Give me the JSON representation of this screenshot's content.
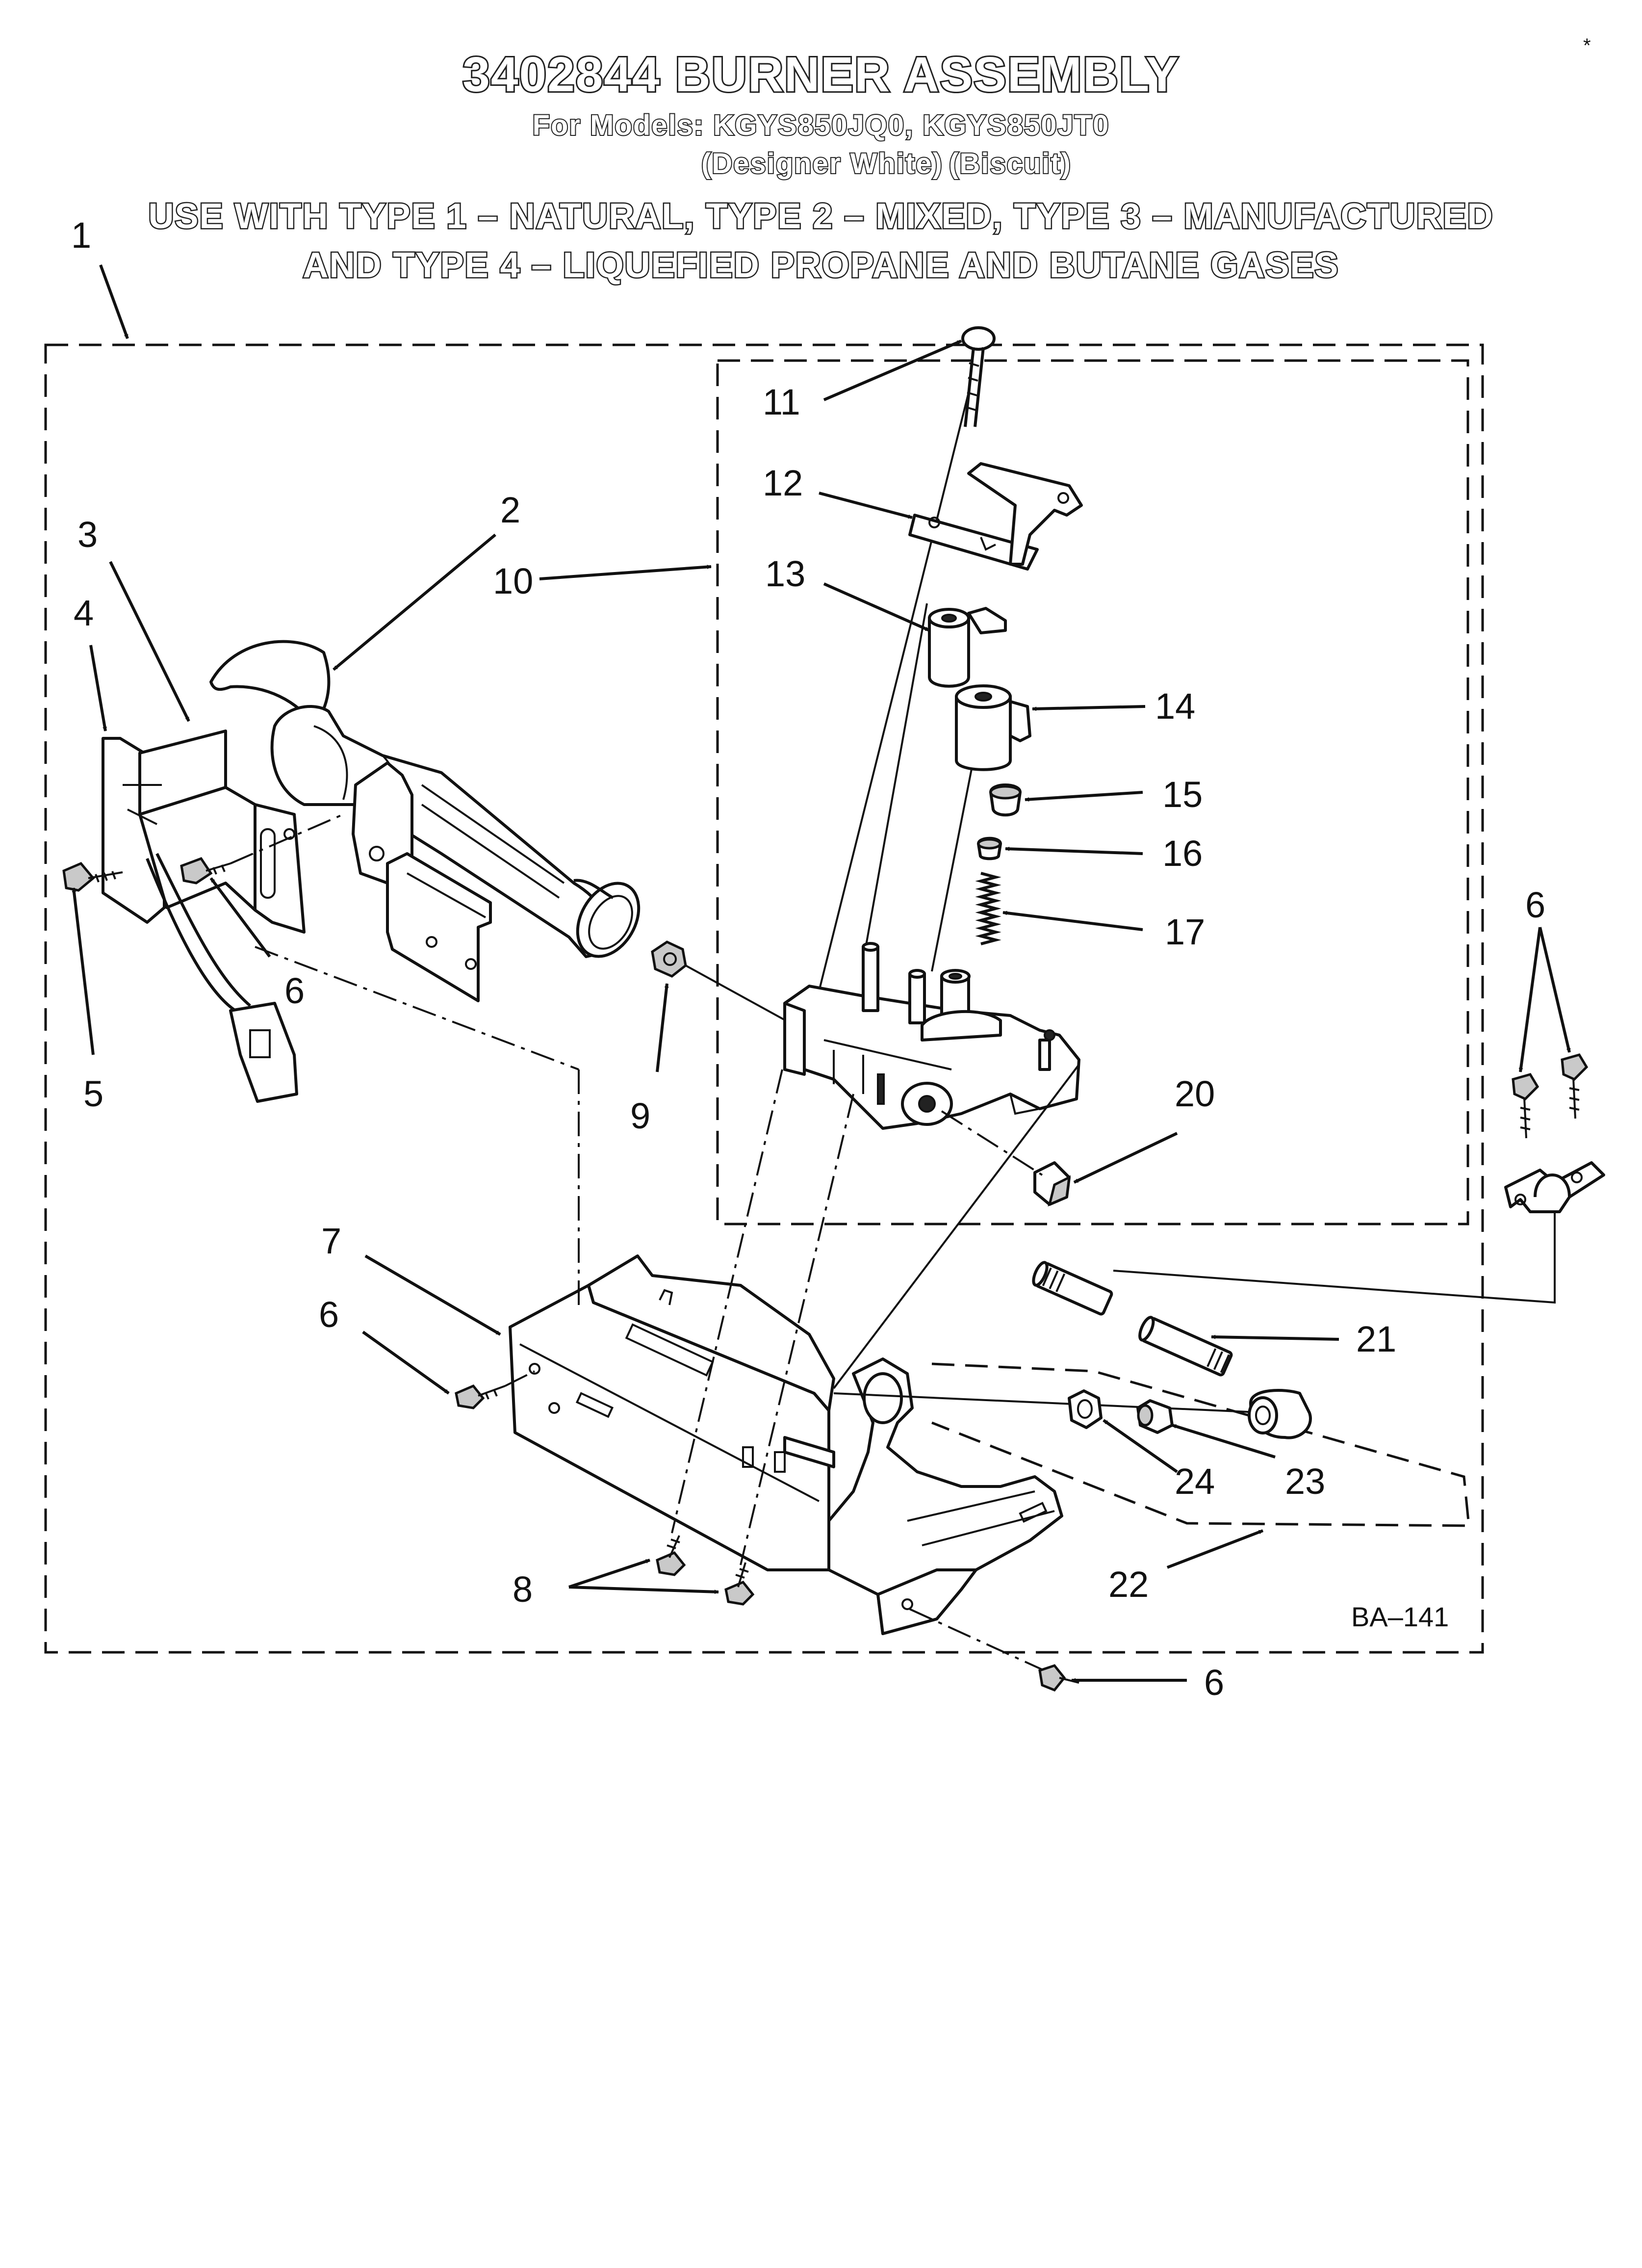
{
  "header": {
    "title": "3402844 BURNER ASSEMBLY",
    "models_line": "For Models: KGYS850JQ0, KGYS850JT0",
    "color_1": "(Designer White)",
    "color_2": "(Biscuit)",
    "gas_line_1": "USE WITH TYPE 1 – NATURAL, TYPE 2 – MIXED, TYPE 3 – MANUFACTURED",
    "gas_line_2": "AND TYPE 4 – LIQUEFIED PROPANE AND BUTANE GASES"
  },
  "corner_mark": "*",
  "figure_code": "BA–141",
  "callouts": {
    "c1": "1",
    "c2": "2",
    "c3": "3",
    "c4": "4",
    "c5": "5",
    "c6a": "6",
    "c6b": "6",
    "c6c": "6",
    "c6d": "6",
    "c7": "7",
    "c8": "8",
    "c9": "9",
    "c10": "10",
    "c11": "11",
    "c12": "12",
    "c13": "13",
    "c14": "14",
    "c15": "15",
    "c16": "16",
    "c17": "17",
    "c20": "20",
    "c21": "21",
    "c22": "22",
    "c23": "23",
    "c24": "24"
  }
}
